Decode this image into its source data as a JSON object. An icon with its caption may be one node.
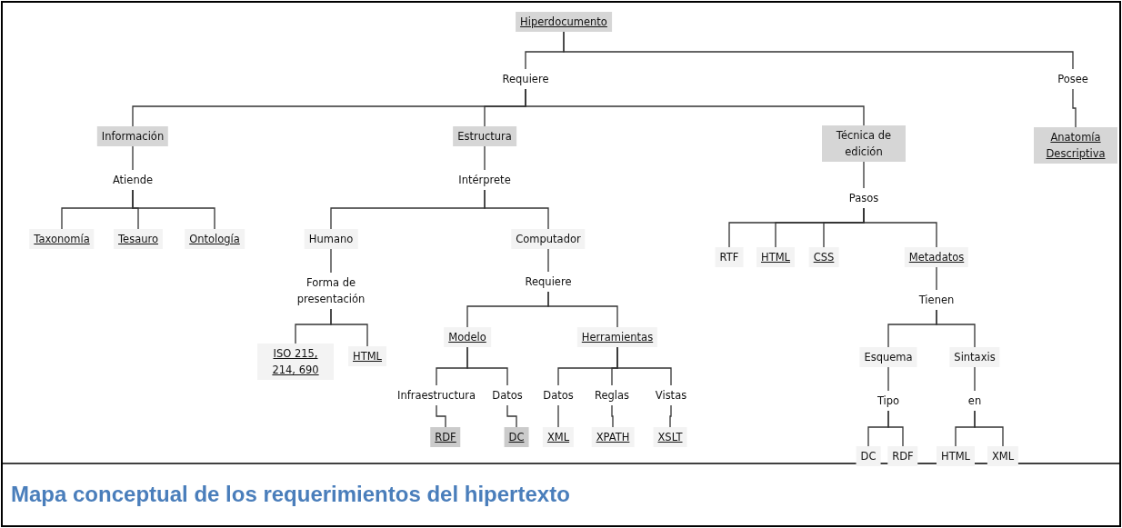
{
  "diagram": {
    "caption": "Mapa conceptual de los requerimientos del hipertexto",
    "nodes": [
      {
        "text": [
          "Hiperdocumento"
        ]
      },
      {
        "text": [
          "Requiere"
        ]
      },
      {
        "text": [
          "Posee"
        ]
      },
      {
        "text": [
          "Información"
        ]
      },
      {
        "text": [
          "Estructura"
        ]
      },
      {
        "text": [
          "Técnica de edición"
        ]
      },
      {
        "text": [
          "Anatomía Descriptiva"
        ]
      },
      {
        "text": [
          "Atiende"
        ]
      },
      {
        "text": [
          "Intérprete"
        ]
      },
      {
        "text": [
          "Pasos"
        ]
      },
      {
        "text": [
          "Taxonomía"
        ]
      },
      {
        "text": [
          "Tesauro"
        ]
      },
      {
        "text": [
          "Ontología"
        ]
      },
      {
        "text": [
          "Humano"
        ]
      },
      {
        "text": [
          "Computador"
        ]
      },
      {
        "text": [
          "RTF"
        ]
      },
      {
        "text": [
          "HTML"
        ]
      },
      {
        "text": [
          "CSS"
        ]
      },
      {
        "text": [
          "Metadatos"
        ]
      },
      {
        "text": [
          "Forma de presentación"
        ]
      },
      {
        "text": [
          "Requiere"
        ]
      },
      {
        "text": [
          "Tienen"
        ]
      },
      {
        "text": [
          "ISO 215, 214, 690"
        ]
      },
      {
        "text": [
          "HTML"
        ]
      },
      {
        "text": [
          "Modelo"
        ]
      },
      {
        "text": [
          "Herramientas"
        ]
      },
      {
        "text": [
          "Esquema"
        ]
      },
      {
        "text": [
          "Sintaxis"
        ]
      },
      {
        "text": [
          "Infraestructura"
        ]
      },
      {
        "text": [
          "Datos"
        ]
      },
      {
        "text": [
          "Datos"
        ]
      },
      {
        "text": [
          "Reglas"
        ]
      },
      {
        "text": [
          "Vistas"
        ]
      },
      {
        "text": [
          "Tipo"
        ]
      },
      {
        "text": [
          "en"
        ]
      },
      {
        "text": [
          "RDF"
        ]
      },
      {
        "text": [
          "DC"
        ]
      },
      {
        "text": [
          "XML"
        ]
      },
      {
        "text": [
          "XPATH"
        ]
      },
      {
        "text": [
          "XSLT"
        ]
      },
      {
        "text": [
          "DC"
        ]
      },
      {
        "text": [
          "RDF"
        ]
      },
      {
        "text": [
          "HTML"
        ]
      },
      {
        "text": [
          "XML"
        ]
      }
    ],
    "edges": [
      {
        "from": 0,
        "to": 1,
        "arrow": "none"
      },
      {
        "from": 0,
        "to": 2,
        "arrow": "none"
      },
      {
        "from": 1,
        "to": 3,
        "arrow": "none"
      },
      {
        "from": 1,
        "to": 4,
        "arrow": "none"
      },
      {
        "from": 1,
        "to": 5,
        "arrow": "none"
      },
      {
        "from": 2,
        "to": 6,
        "arrow": "none"
      },
      {
        "from": 3,
        "to": 7,
        "arrow": "none"
      },
      {
        "from": 4,
        "to": 8,
        "arrow": "none"
      },
      {
        "from": 5,
        "to": 9,
        "arrow": "none"
      },
      {
        "from": 7,
        "to": 10,
        "arrow": "none"
      },
      {
        "from": 7,
        "to": 11,
        "arrow": "none"
      },
      {
        "from": 7,
        "to": 12,
        "arrow": "none"
      },
      {
        "from": 8,
        "to": 13,
        "arrow": "none"
      },
      {
        "from": 8,
        "to": 14,
        "arrow": "none"
      },
      {
        "from": 9,
        "to": 15,
        "arrow": "none"
      },
      {
        "from": 9,
        "to": 16,
        "arrow": "none"
      },
      {
        "from": 9,
        "to": 17,
        "arrow": "none"
      },
      {
        "from": 9,
        "to": 18,
        "arrow": "none"
      },
      {
        "from": 13,
        "to": 19,
        "arrow": "none"
      },
      {
        "from": 14,
        "to": 20,
        "arrow": "none"
      },
      {
        "from": 18,
        "to": 21,
        "arrow": "none"
      },
      {
        "from": 19,
        "to": 22,
        "arrow": "none"
      },
      {
        "from": 19,
        "to": 23,
        "arrow": "none"
      },
      {
        "from": 20,
        "to": 24,
        "arrow": "none"
      },
      {
        "from": 20,
        "to": 25,
        "arrow": "none"
      },
      {
        "from": 21,
        "to": 26,
        "arrow": "none"
      },
      {
        "from": 21,
        "to": 27,
        "arrow": "none"
      },
      {
        "from": 24,
        "to": 28,
        "arrow": "none"
      },
      {
        "from": 24,
        "to": 29,
        "arrow": "none"
      },
      {
        "from": 25,
        "to": 30,
        "arrow": "none"
      },
      {
        "from": 25,
        "to": 31,
        "arrow": "none"
      },
      {
        "from": 25,
        "to": 32,
        "arrow": "none"
      },
      {
        "from": 26,
        "to": 33,
        "arrow": "none"
      },
      {
        "from": 27,
        "to": 34,
        "arrow": "none"
      },
      {
        "from": 28,
        "to": 35,
        "arrow": "none"
      },
      {
        "from": 29,
        "to": 36,
        "arrow": "none"
      },
      {
        "from": 30,
        "to": 37,
        "arrow": "none"
      },
      {
        "from": 31,
        "to": 38,
        "arrow": "none"
      },
      {
        "from": 32,
        "to": 39,
        "arrow": "none"
      },
      {
        "from": 33,
        "to": 40,
        "arrow": "none"
      },
      {
        "from": 33,
        "to": 41,
        "arrow": "none"
      },
      {
        "from": 34,
        "to": 42,
        "arrow": "none"
      },
      {
        "from": 34,
        "to": 43,
        "arrow": "none"
      }
    ]
  }
}
